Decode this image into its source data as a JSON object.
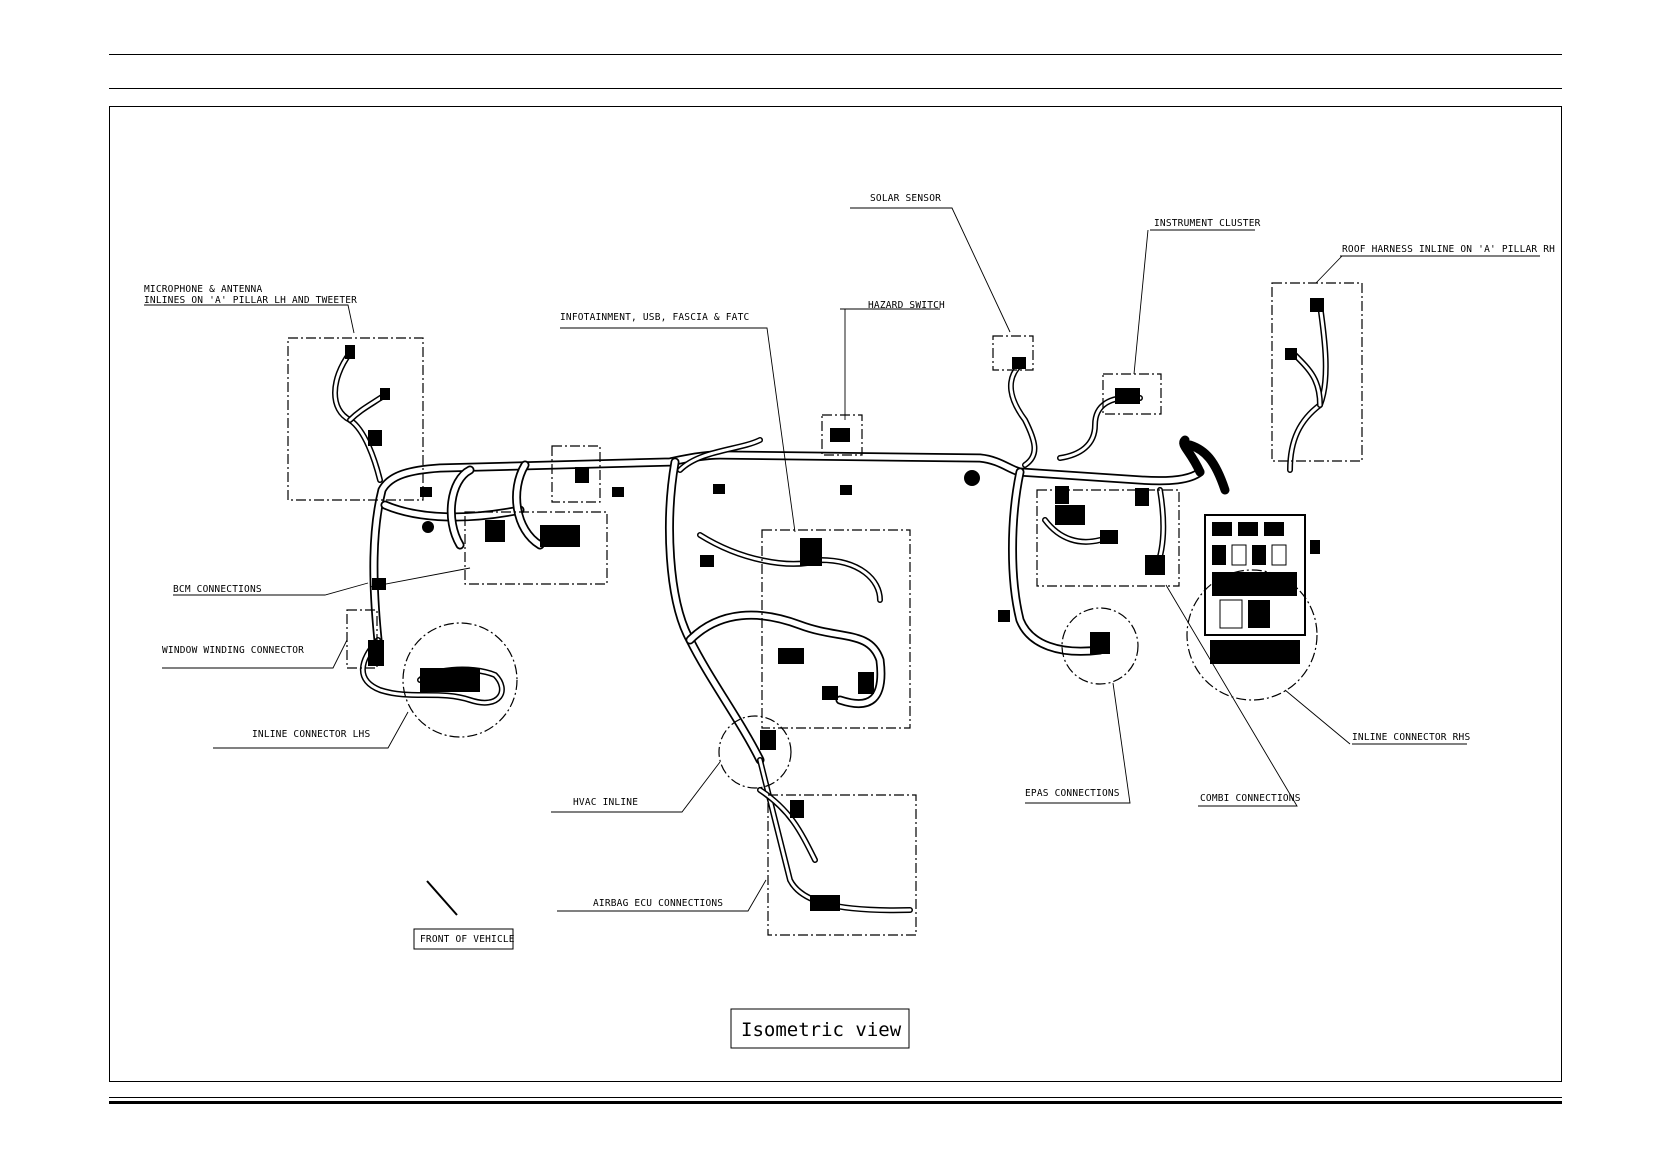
{
  "diagram": {
    "view_title": "Isometric view",
    "labels": {
      "microphone_line1": "MICROPHONE & ANTENNA",
      "microphone_line2": "INLINES ON 'A' PILLAR LH AND TWEETER",
      "infotainment": "INFOTAINMENT, USB, FASCIA & FATC",
      "hazard_switch": "HAZARD SWITCH",
      "solar_sensor": "SOLAR SENSOR",
      "instrument_cluster": "INSTRUMENT CLUSTER",
      "roof_harness": "ROOF HARNESS INLINE ON 'A' PILLAR RH",
      "bcm_connections": "BCM CONNECTIONS",
      "window_winding": "WINDOW WINDING CONNECTOR",
      "inline_lhs": "INLINE CONNECTOR LHS",
      "hvac_inline": "HVAC INLINE",
      "airbag_ecu": "AIRBAG ECU CONNECTIONS",
      "front_of_vehicle": "FRONT OF VEHICLE",
      "epas_connections": "EPAS CONNECTIONS",
      "combi_connections": "COMBI CONNECTIONS",
      "inline_rhs": "INLINE CONNECTOR RHS"
    }
  }
}
